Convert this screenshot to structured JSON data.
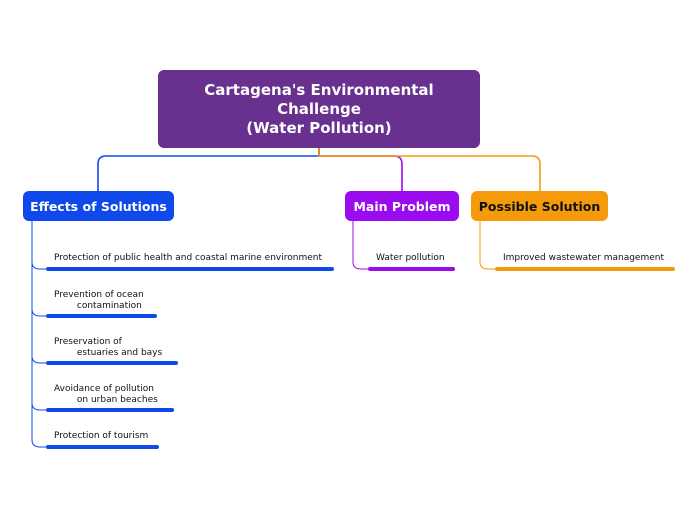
{
  "root": {
    "title": "Cartagena's Environmental\nChallenge\n(Water Pollution)",
    "color": "#68308f"
  },
  "branches": [
    {
      "label": "Effects of Solutions",
      "color": "#0f49eb",
      "items": [
        "Protection of public health and coastal marine environment",
        "Prevention of ocean\n        contamination",
        "Preservation of\n        estuaries and bays",
        "Avoidance of pollution\n        on urban beaches",
        "Protection of tourism"
      ]
    },
    {
      "label": "Main Problem",
      "color": "#9b0bef",
      "items": [
        "Water pollution"
      ]
    },
    {
      "label": "Possible Solution",
      "color": "#f59b0b",
      "items": [
        "Improved wastewater management"
      ]
    }
  ]
}
